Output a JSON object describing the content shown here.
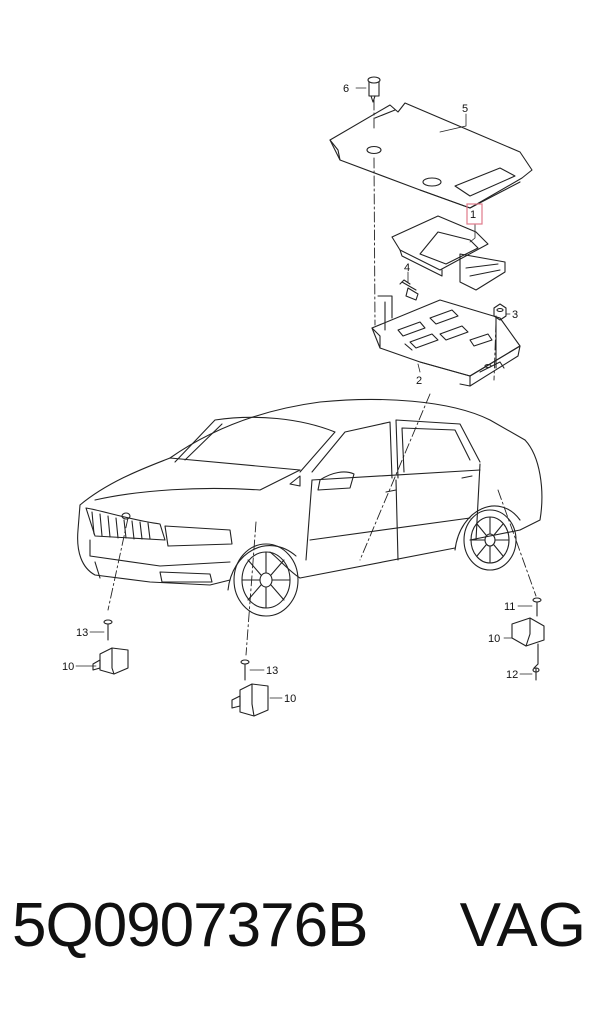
{
  "diagram": {
    "callouts": {
      "c1": "1",
      "c2": "2",
      "c3": "3",
      "c4": "4",
      "c5": "5",
      "c6": "6",
      "c10a": "10",
      "c10b": "10",
      "c10c": "10",
      "c11": "11",
      "c12": "12",
      "c13a": "13",
      "c13b": "13"
    },
    "highlight_color": "#e07a8a",
    "line_color": "#222222"
  },
  "footer": {
    "part_number": "5Q0907376B",
    "brand": "VAG"
  }
}
